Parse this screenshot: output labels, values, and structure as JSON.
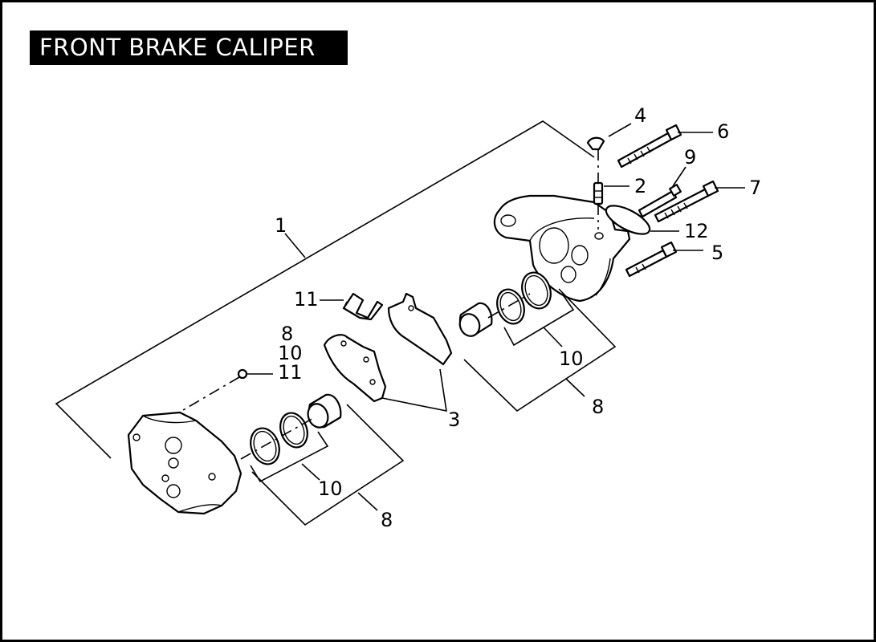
{
  "title": "FRONT BRAKE CALIPER",
  "callouts": {
    "c1": "1",
    "c2": "2",
    "c3": "3",
    "c4": "4",
    "c5": "5",
    "c6": "6",
    "c7": "7",
    "c8_top": "8",
    "c8_right": "8",
    "c8_bottom": "8",
    "c9": "9",
    "c10_stack": "10",
    "c10_right": "10",
    "c10_bottom": "10",
    "c11_top": "11",
    "c11_stack": "11",
    "c12": "12"
  }
}
